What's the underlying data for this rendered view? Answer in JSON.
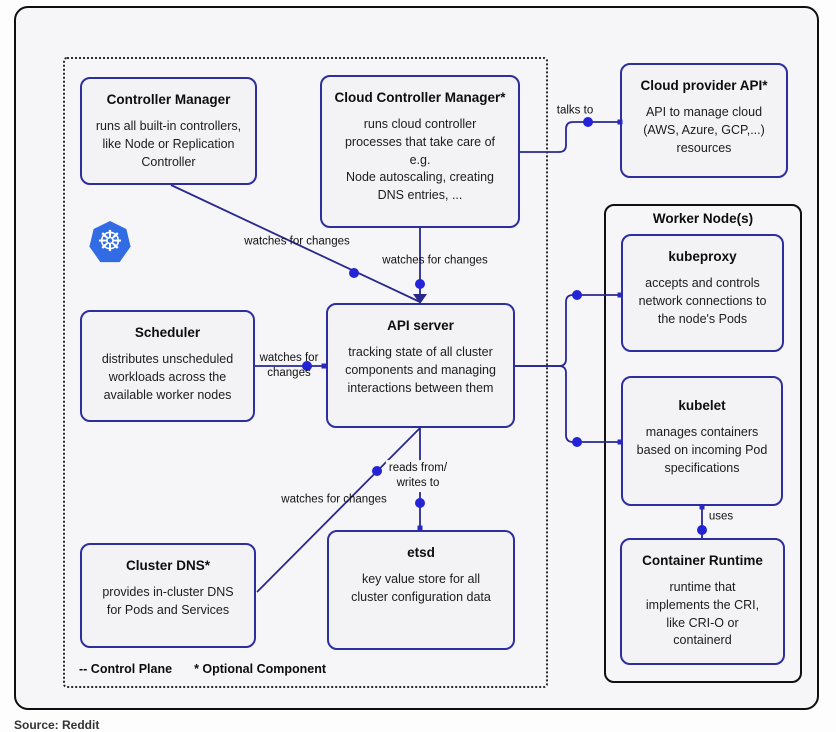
{
  "page": {
    "source_caption": "Source: Reddit"
  },
  "legend": {
    "control_plane": "-- Control Plane",
    "optional_component": "* Optional Component"
  },
  "icons": {
    "kubernetes_logo": "kubernetes-helm-wheel",
    "kubernetes_glyph": "☸",
    "kubernetes_blue": "#326ce5"
  },
  "colors": {
    "box_border": "#2e2e9f",
    "connector": "#28288f",
    "dot": "#2424d6",
    "frame_border": "#0f0f0f",
    "box_fill": "#f3f3f6"
  },
  "boxes": {
    "controller_manager": {
      "title": "Controller Manager",
      "body": "runs all built-in controllers,\nlike Node or Replication\nController"
    },
    "cloud_controller_manager": {
      "title": "Cloud Controller Manager*",
      "body": "runs cloud controller\nprocesses that take care of\ne.g.\nNode autoscaling, creating\nDNS entries, ..."
    },
    "cloud_provider_api": {
      "title": "Cloud provider API*",
      "body": "API to manage cloud\n(AWS, Azure, GCP,...)\nresources"
    },
    "worker_node": {
      "title": "Worker Node(s)"
    },
    "kubeproxy": {
      "title": "kubeproxy",
      "body": "accepts and controls\nnetwork connections to\nthe node's Pods"
    },
    "kubelet": {
      "title": "kubelet",
      "body": "manages containers\nbased on incoming Pod\nspecifications"
    },
    "container_runtime": {
      "title": "Container Runtime",
      "body": "runtime that\nimplements the CRI,\nlike CRI-O or\ncontainerd"
    },
    "scheduler": {
      "title": "Scheduler",
      "body": "distributes unscheduled\nworkloads across the\navailable worker nodes"
    },
    "api_server": {
      "title": "API server",
      "body": "tracking state of all cluster\ncomponents and managing\ninteractions between them"
    },
    "etsd": {
      "title": "etsd",
      "body": "key value store for all\ncluster configuration data"
    },
    "cluster_dns": {
      "title": "Cluster DNS*",
      "body": "provides in-cluster DNS\nfor Pods and Services"
    }
  },
  "edge_labels": {
    "watches_controller_manager": "watches for changes",
    "watches_cloud_controller_manager": "watches for changes",
    "talks_to": "talks to",
    "watches_scheduler": "watches for\nchanges",
    "reads_writes": "reads from/\nwrites to",
    "watches_cluster_dns": "watches for changes",
    "uses": "uses"
  }
}
